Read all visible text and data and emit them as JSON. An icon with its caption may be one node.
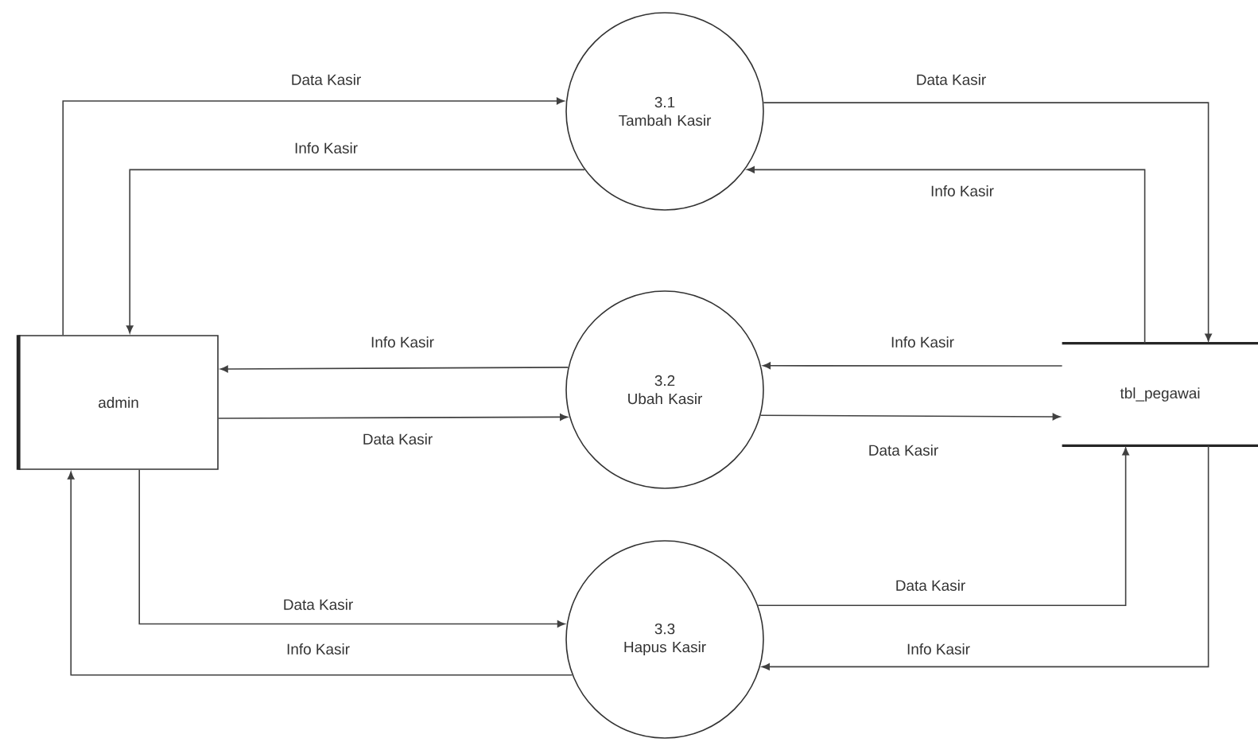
{
  "diagram": {
    "nodes": [
      {
        "text": [
          "admin"
        ]
      },
      {
        "text": [
          "3.1",
          "Tambah Kasir"
        ]
      },
      {
        "text": [
          "3.2",
          "Ubah Kasir"
        ]
      },
      {
        "text": [
          "3.3",
          "Hapus Kasir"
        ]
      },
      {
        "text": [
          "tbl_pegawai"
        ]
      }
    ],
    "edges": [
      {
        "from": 0,
        "to": 1,
        "arrow": "to",
        "label": "Data Kasir"
      },
      {
        "from": 1,
        "to": 0,
        "arrow": "to",
        "label": "Info Kasir"
      },
      {
        "from": 1,
        "to": 4,
        "arrow": "to",
        "label": "Data Kasir"
      },
      {
        "from": 4,
        "to": 1,
        "arrow": "to",
        "label": "Info Kasir"
      },
      {
        "from": 2,
        "to": 0,
        "arrow": "to",
        "label": "Info Kasir"
      },
      {
        "from": 0,
        "to": 2,
        "arrow": "to",
        "label": "Data Kasir"
      },
      {
        "from": 4,
        "to": 2,
        "arrow": "to",
        "label": "Info Kasir"
      },
      {
        "from": 2,
        "to": 4,
        "arrow": "to",
        "label": "Data Kasir"
      },
      {
        "from": 0,
        "to": 3,
        "arrow": "to",
        "label": "Data Kasir"
      },
      {
        "from": 3,
        "to": 0,
        "arrow": "to",
        "label": "Info Kasir"
      },
      {
        "from": 3,
        "to": 4,
        "arrow": "to",
        "label": "Data Kasir"
      },
      {
        "from": 4,
        "to": 3,
        "arrow": "to",
        "label": "Info Kasir"
      }
    ]
  }
}
